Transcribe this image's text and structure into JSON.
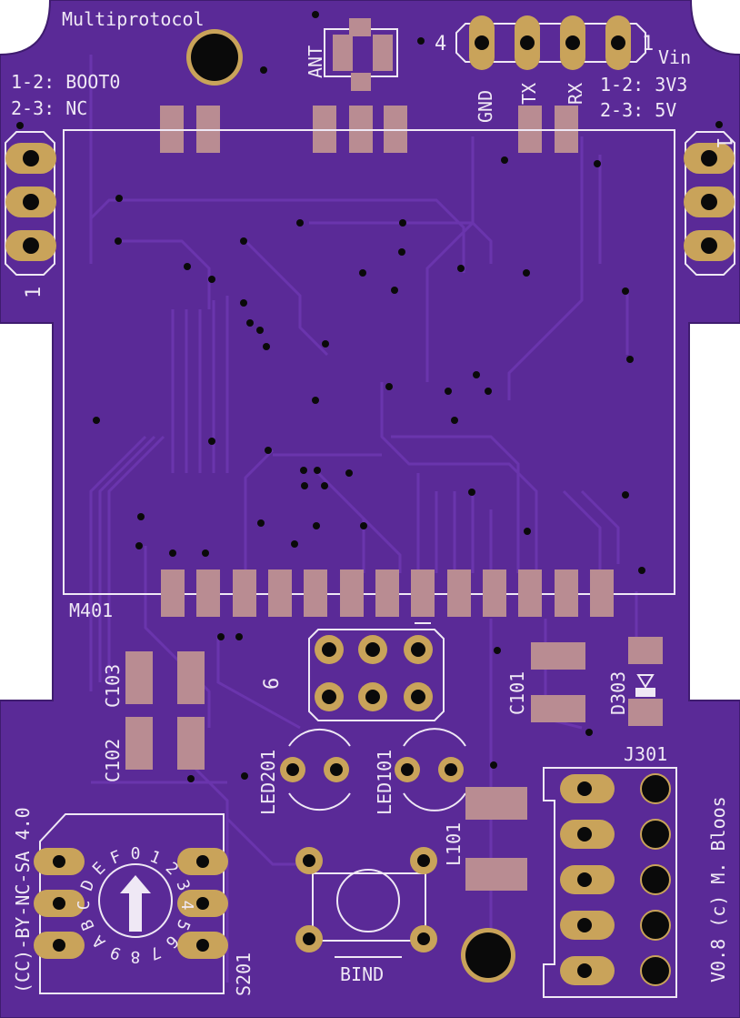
{
  "colors": {
    "board": "#5a2a97",
    "board_edge": "#3f1c6f",
    "trace": "#6a35ad",
    "silk": "#efe8f5",
    "pad": "#b98c92",
    "hole": "#0a0a0a",
    "pad_ring": "#c9a35a"
  },
  "top": {
    "brand": "Multiprotocol",
    "ant": "ANT",
    "boot0": "1-2: BOOT0",
    "nc": "2-3: NC",
    "pin4": "4",
    "pin1": "1",
    "vin": "Vin",
    "v33": "1-2: 3V3",
    "v5": "2-3: 5V",
    "gnd": "GND",
    "tx": "TX",
    "rx": "RX",
    "left_pin1": "1",
    "right_pin1": "1"
  },
  "module": {
    "ref": "M401"
  },
  "components": {
    "c103": "C103",
    "c102": "C102",
    "c101": "C101",
    "d303": "D303",
    "j301": "J301",
    "pin6": "6",
    "led201": "LED201",
    "led101": "LED101",
    "l101": "L101",
    "bind": "BIND",
    "s201": "S201",
    "dial": [
      "0",
      "1",
      "2",
      "3",
      "4",
      "5",
      "6",
      "7",
      "8",
      "9",
      "A",
      "B",
      "C",
      "D",
      "E",
      "F"
    ]
  },
  "side": {
    "license": "(CC)-BY-NC-SA  4.0",
    "author": "V0.8 (c) M. Bloos"
  }
}
